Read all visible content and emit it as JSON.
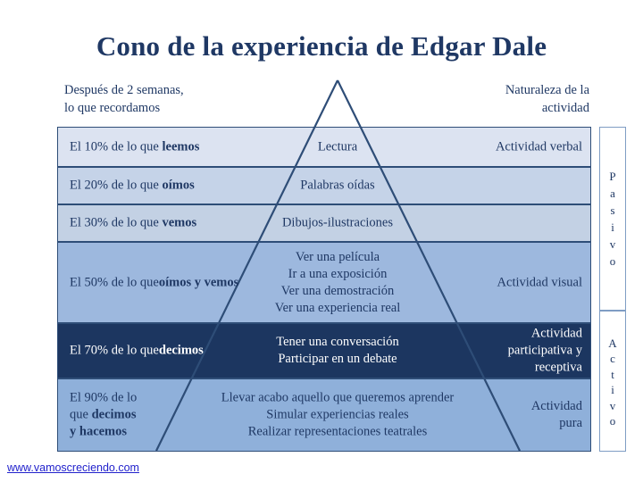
{
  "title": "Cono de la experiencia de Edgar Dale",
  "headers": {
    "left_line1": "Después de 2 semanas,",
    "left_line2": "lo que recordamos",
    "right_line1": "Naturaleza de la",
    "right_line2": "actividad"
  },
  "rows": [
    {
      "percent_plain": "El 10% de lo que ",
      "percent_bold": "leemos",
      "activity": "Lectura",
      "nature": "Actividad verbal",
      "bg": "#dce3f1",
      "text": "#1f3864"
    },
    {
      "percent_plain": "El 20% de lo que ",
      "percent_bold": "oímos",
      "activity": "Palabras oídas",
      "nature": "",
      "bg": "#c5d3e8",
      "text": "#1f3864"
    },
    {
      "percent_plain": "El 30% de lo que ",
      "percent_bold": "vemos",
      "activity": "Dibujos-ilustraciones",
      "nature": "",
      "bg": "#c3d1e4",
      "text": "#1f3864"
    },
    {
      "percent_plain": "El 50% de lo que",
      "percent_bold": "oímos y vemos",
      "activity": "Ver una película\nIr a una exposición\nVer una demostración\nVer una experiencia real",
      "nature": "Actividad visual",
      "bg": "#9db8de",
      "text": "#1f3864"
    },
    {
      "percent_plain": "El 70% de lo que",
      "percent_bold": "decimos",
      "activity": "Tener una conversación\nParticipar en un debate",
      "nature": "Actividad\nparticipativa y\nreceptiva",
      "bg": "#1c3660",
      "text": "#ffffff"
    },
    {
      "percent_plain": "El 90% de lo\nque ",
      "percent_bold": "decimos\ny hacemos",
      "activity": "Llevar acabo aquello que queremos aprender\nSimular experiencias reales\nRealizar representaciones teatrales",
      "nature": "Actividad\npura",
      "bg": "#8fb0da",
      "text": "#1f3864"
    }
  ],
  "side_column": {
    "pasivo": "Pasivo",
    "activo": "Activo"
  },
  "footer": {
    "link": "www.vamoscreciendo.com"
  },
  "colors": {
    "title": "#1f3864",
    "border": "#2e4d77",
    "link": "#2222cc",
    "triangle_stroke": "#2e4d77"
  }
}
